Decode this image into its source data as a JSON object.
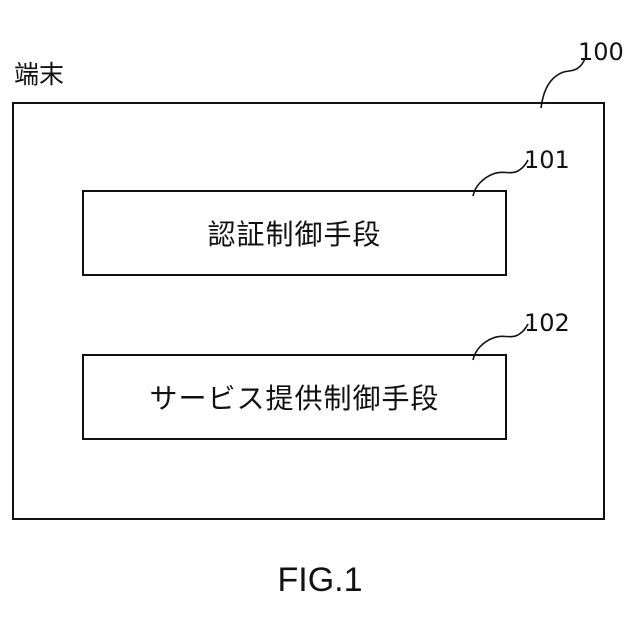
{
  "diagram": {
    "terminal_label": "端末",
    "outer_ref": "100",
    "blocks": [
      {
        "ref": "101",
        "text": "認証制御手段"
      },
      {
        "ref": "102",
        "text": "サービス提供制御手段"
      }
    ],
    "figure_caption": "FIG.1"
  }
}
